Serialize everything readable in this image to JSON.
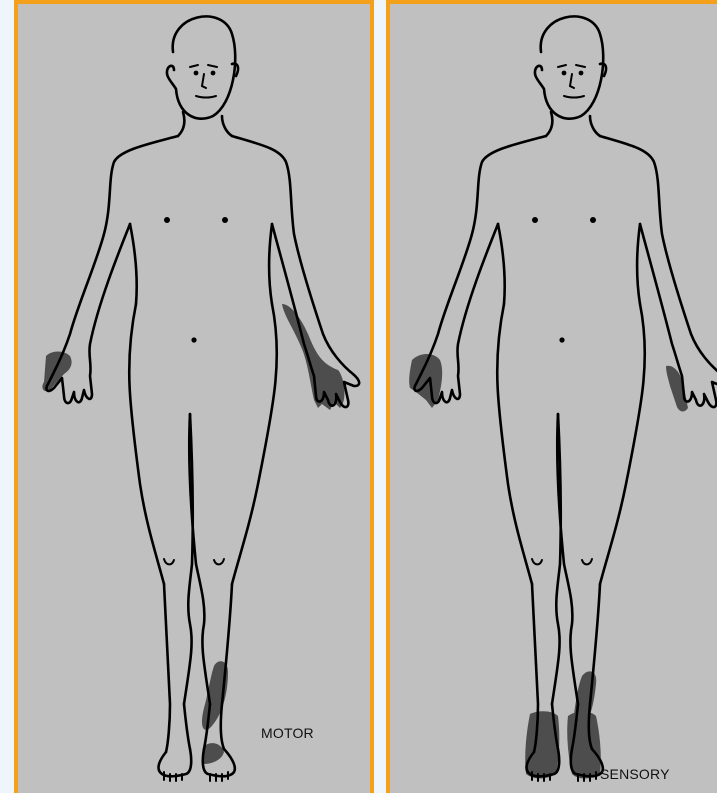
{
  "panels": [
    {
      "id": "motor",
      "label": "MOTOR",
      "affected_regions": [
        "right-thumb-hand",
        "left-ulnar-forearm-hand",
        "left-lateral-leg",
        "left-dorsal-foot"
      ]
    },
    {
      "id": "sensory",
      "label": "SENSORY",
      "affected_regions": [
        "right-thumb-index-hand",
        "left-ulnar-hand",
        "left-lateral-leg",
        "both-feet"
      ]
    }
  ],
  "colors": {
    "panel_background": "#c0c0c0",
    "panel_border": "#f5a01a",
    "affected_area": "#4d4d4d",
    "outline": "#000000"
  }
}
